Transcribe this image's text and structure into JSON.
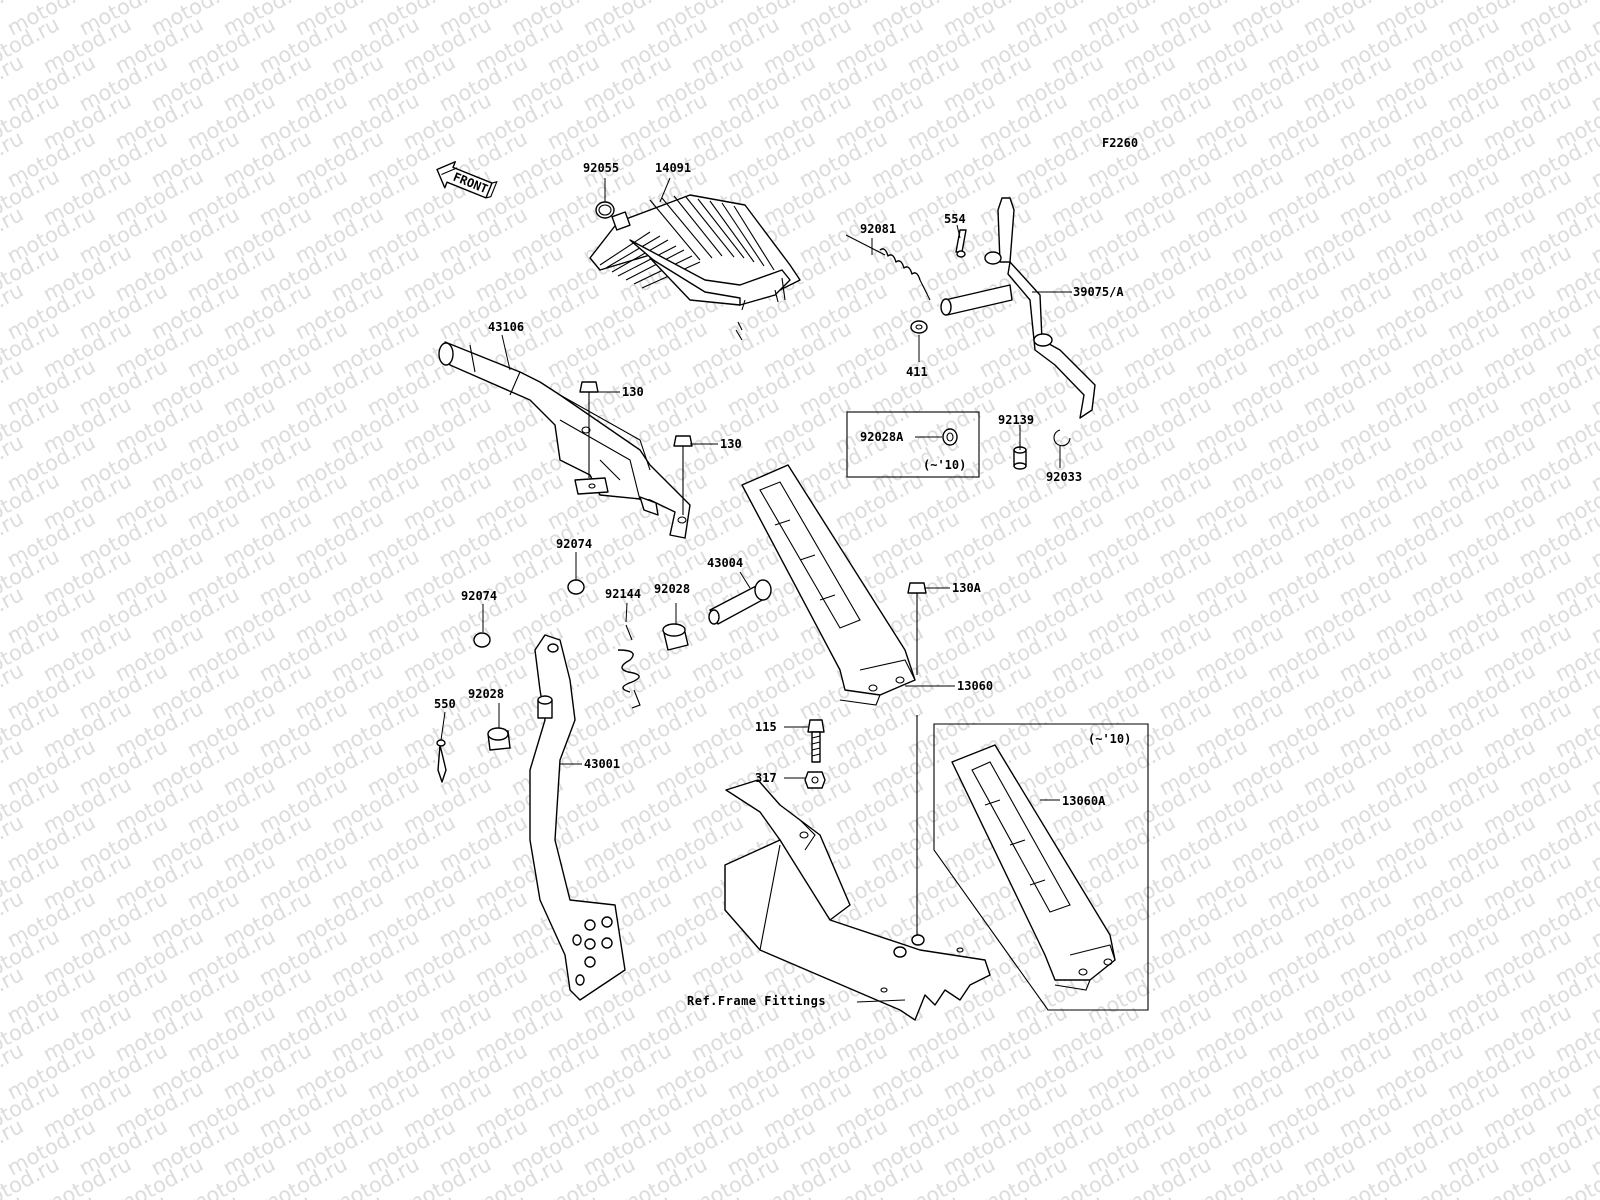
{
  "diagram_id": "F2260",
  "watermark": "motod.ru",
  "front_arrow_label": "FRONT",
  "callouts": {
    "c92055": "92055",
    "c14091": "14091",
    "c92081": "92081",
    "c554": "554",
    "c39075A": "39075/A",
    "c411": "411",
    "c43106": "43106",
    "c130a": "130",
    "c130b": "130",
    "c92028A": "92028A",
    "c10a": "(~'10)",
    "c92139": "92139",
    "c92033": "92033",
    "c92074a": "92074",
    "c43004": "43004",
    "c130A": "130A",
    "c92144": "92144",
    "c92028a": "92028",
    "c92074b": "92074",
    "c13060": "13060",
    "c550": "550",
    "c92028b": "92028",
    "c115": "115",
    "c43001": "43001",
    "c317": "317",
    "c10b": "(~'10)",
    "c13060A": "13060A",
    "ref_frame": "Ref.Frame Fittings"
  }
}
